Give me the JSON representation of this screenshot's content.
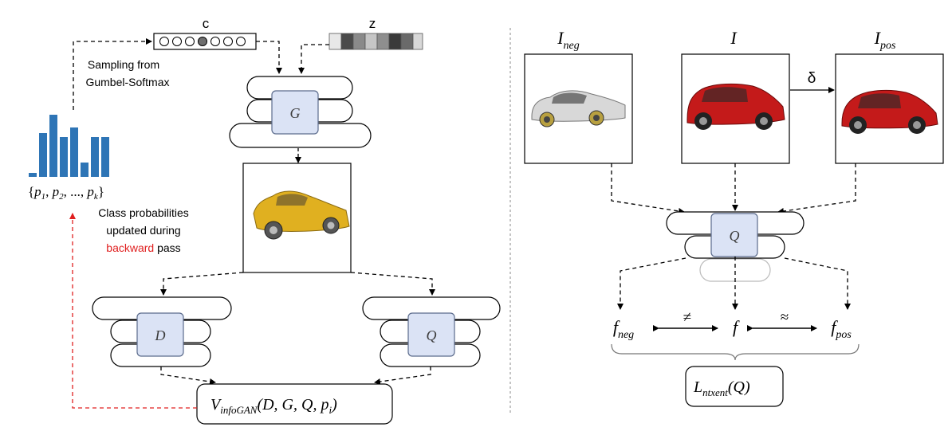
{
  "left_panel": {
    "latent_c_label": "c",
    "latent_z_label": "z",
    "sampling_caption": [
      "Sampling from",
      "Gumbel-Softmax"
    ],
    "prob_set_label": "{p1, p2, ..., pk}",
    "class_prob_caption": {
      "line1": "Class probabilities",
      "line2": "updated during",
      "backward": "backward",
      "pass": " pass"
    },
    "histogram_values": [
      0.05,
      0.55,
      0.78,
      0.5,
      0.62,
      0.18,
      0.5,
      0.5
    ],
    "generator_label": "G",
    "discriminator_label": "D",
    "q_network_label": "Q",
    "objective": {
      "prefix": "V",
      "subscript": "infoGAN",
      "args": "(D, G, Q, p",
      "arg_sub": "i",
      "close": ")"
    }
  },
  "right_panel": {
    "image_labels": {
      "neg_main": "I",
      "neg_sub": "neg",
      "anchor_main": "I",
      "pos_main": "I",
      "pos_sub": "pos"
    },
    "delta_label": "δ",
    "q_network_label": "Q",
    "feature_labels": {
      "neg_main": "f",
      "neg_sub": "neg",
      "anchor_main": "f",
      "pos_main": "f",
      "pos_sub": "pos"
    },
    "not_equal_symbol": "≠",
    "approx_symbol": "≈",
    "loss": {
      "prefix": "L",
      "subscript": "ntxent",
      "args": "(Q)"
    }
  },
  "colors": {
    "network_fill": "#dbe3f5",
    "network_stroke": "#5b6b8c",
    "histogram_bar": "#2e75b6",
    "backward_arrow": "#e02020",
    "backward_text": "#e02020",
    "car_red": "#c41a1a",
    "car_yellow": "#e0b020",
    "car_silver": "#d8d8d8"
  }
}
